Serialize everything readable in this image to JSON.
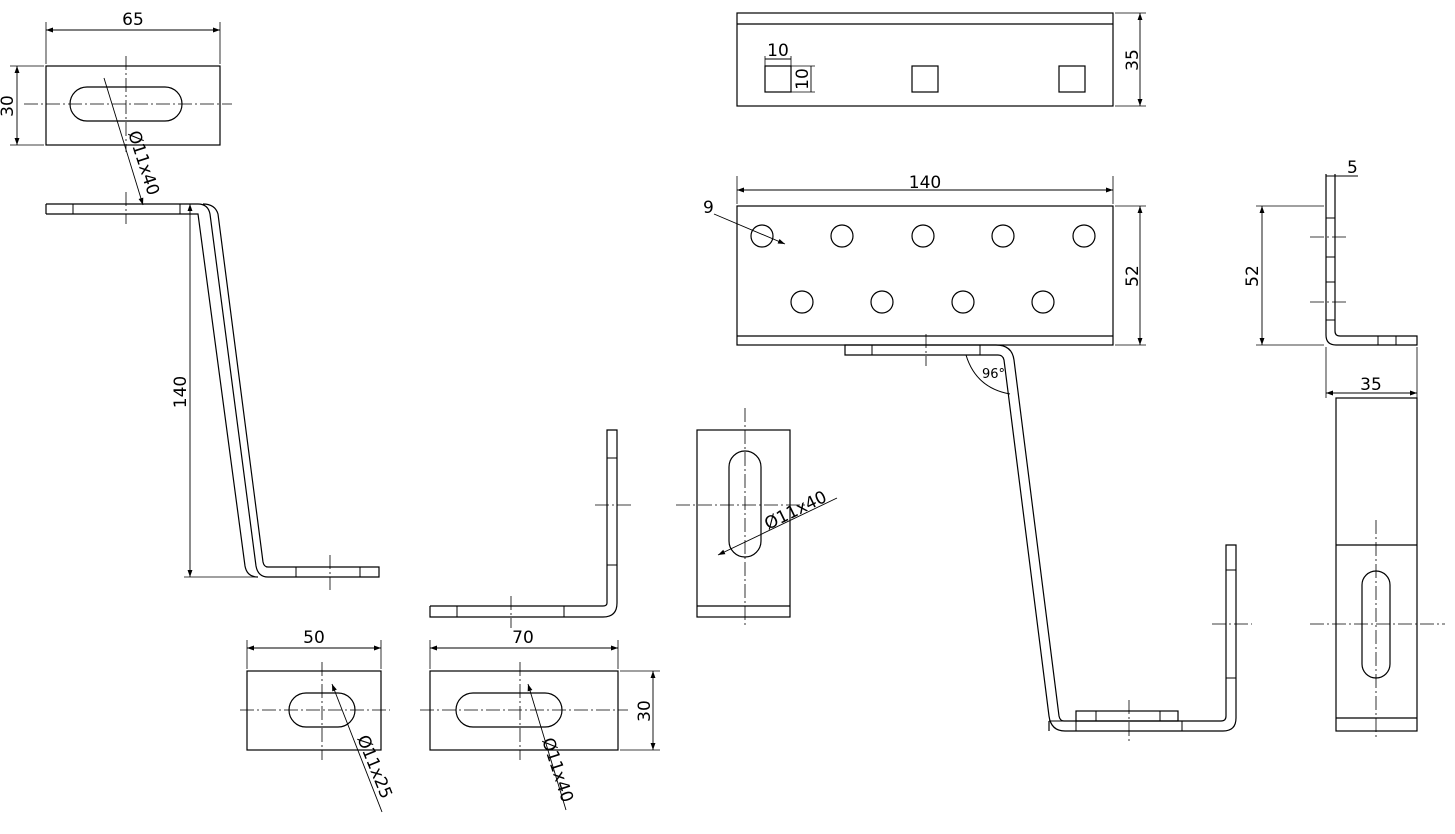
{
  "dimensions": {
    "d65": "65",
    "d30_top_left": "30",
    "d140_vertical": "140",
    "d50": "50",
    "d70": "70",
    "d30_bottom": "30",
    "d35_top": "35",
    "d10_width": "10",
    "d10_height": "10",
    "d140_horizontal": "140",
    "d52_front": "52",
    "d9": "9",
    "d96": "96°",
    "d5": "5",
    "d52_side": "52",
    "d35_side": "35"
  },
  "slot_callouts": {
    "slot_top_left": "Ø11x40",
    "slot_middle": "Ø11x40",
    "slot_bottom_50": "Ø11x25",
    "slot_bottom_70": "Ø11x40"
  }
}
